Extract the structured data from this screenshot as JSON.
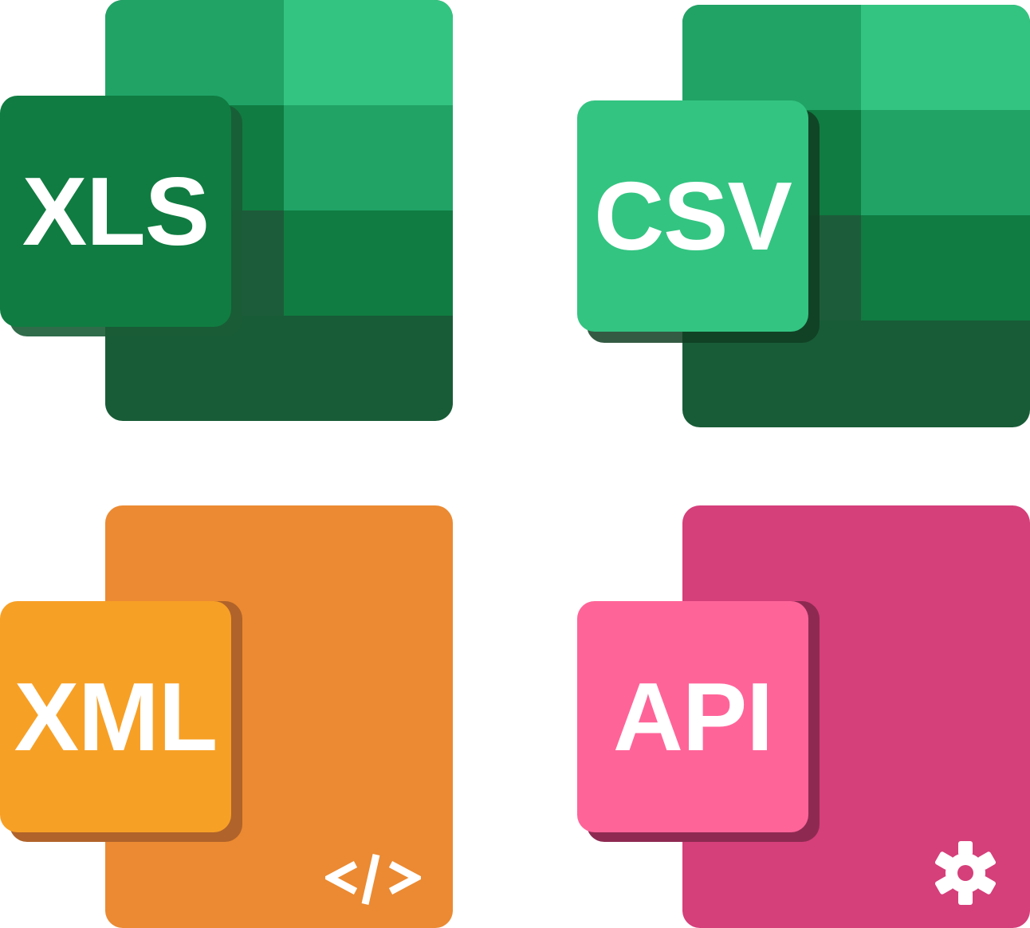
{
  "icons": [
    {
      "id": "xls",
      "label": "XLS",
      "badge_color": "#107C41",
      "shadow_color": "#1A5C36",
      "sheet_colors": {
        "dark_bottom": "#185C37",
        "mid": "#21A366",
        "light": "#33C481",
        "deep": "#107C41",
        "band": "#1D5C3A"
      }
    },
    {
      "id": "csv",
      "label": "CSV",
      "badge_color": "#33C481",
      "shadow_color": "#103D22",
      "sheet_colors": {
        "dark_bottom": "#185C37",
        "mid": "#21A366",
        "light": "#33C481",
        "deep": "#107C41",
        "band": "#1D5C3A"
      }
    },
    {
      "id": "xml",
      "label": "XML",
      "badge_color": "#F7A026",
      "shadow_color": "#B0632A",
      "sheet_color": "#EB8A32",
      "corner_icon": "code-icon",
      "corner_text": "</>"
    },
    {
      "id": "api",
      "label": "API",
      "badge_color": "#FF6499",
      "shadow_color": "#8E2A52",
      "sheet_color": "#D53F7A",
      "corner_icon": "gear-icon"
    }
  ]
}
